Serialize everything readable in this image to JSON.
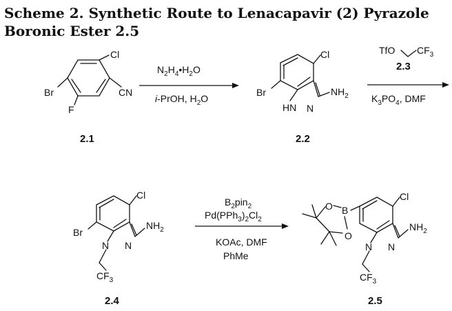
{
  "title_line1": "Scheme 2. Synthetic Route to Lenacapavir (2) Pyrazole",
  "title_line2": "Boronic Ester 2.5",
  "compounds": {
    "c21": {
      "label": "2.1",
      "cl": "Cl",
      "br": "Br",
      "f": "F",
      "cn": "CN"
    },
    "c22": {
      "label": "2.2",
      "cl": "Cl",
      "br": "Br",
      "nh": "HN",
      "n": "N",
      "nh2": "NH",
      "nh2_sub": "2"
    },
    "c24": {
      "label": "2.4",
      "cl": "Cl",
      "br": "Br",
      "n1": "N",
      "n2": "N",
      "nh2": "NH",
      "nh2_sub": "2",
      "cf3": "CF",
      "cf3_sub": "3"
    },
    "c25": {
      "label": "2.5",
      "cl": "Cl",
      "o1": "O",
      "o2": "O",
      "b": "B",
      "n1": "N",
      "n2": "N",
      "nh2": "NH",
      "nh2_sub": "2",
      "cf3": "CF",
      "cf3_sub": "3"
    }
  },
  "conditions": {
    "step1": {
      "top_main": "N",
      "top_sub1": "2",
      "top_h": "H",
      "top_sub2": "4",
      "top_rest": "•H",
      "top_sub3": "2",
      "top_end": "O",
      "bottom_ipr": "i",
      "bottom_rest": "-PrOH, H",
      "bottom_sub": "2",
      "bottom_end": "O"
    },
    "step2": {
      "reagent_tfo": "TfO",
      "reagent_cf": "CF",
      "reagent_sub": "3",
      "reagent_label": "2.3",
      "base": "K",
      "base_sub1": "3",
      "base_po": "PO",
      "base_sub2": "4",
      "base_end": ", DMF"
    },
    "step3": {
      "line1": "B",
      "line1_sub1": "2",
      "line1_rest": "pin",
      "line1_sub2": "2",
      "line2": "Pd(PPh",
      "line2_sub1": "3",
      "line2_mid": ")",
      "line2_sub2": "2",
      "line2_cl": "Cl",
      "line2_sub3": "2",
      "line3": "KOAc, DMF",
      "line4": "PhMe"
    }
  }
}
